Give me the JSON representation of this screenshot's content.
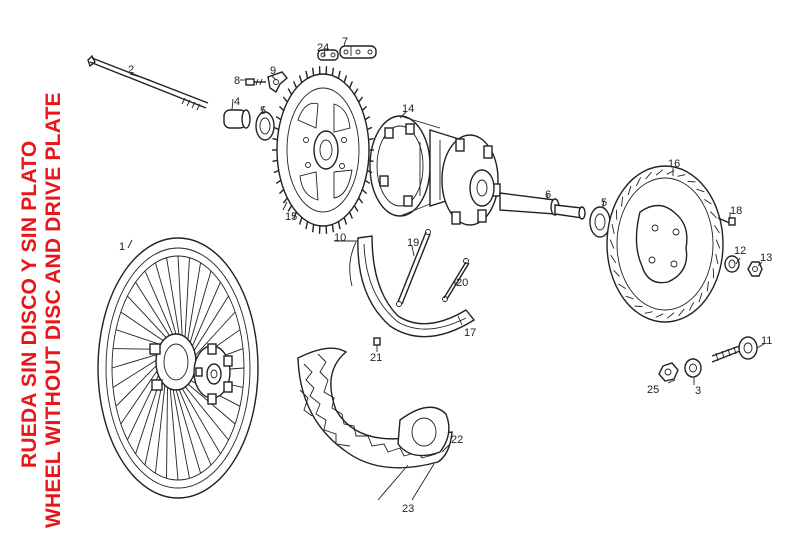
{
  "title": {
    "line1": "RUEDA SIN DISCO Y SIN PLATO",
    "line2": "WHEEL WITHOUT DISC AND DRIVE PLATE",
    "color": "#e8161b"
  },
  "callouts": [
    "1",
    "2",
    "3",
    "4",
    "5",
    "5",
    "6",
    "7",
    "8",
    "9",
    "10",
    "11",
    "12",
    "13",
    "14",
    "15",
    "16",
    "17",
    "18",
    "19",
    "20",
    "21",
    "22",
    "23",
    "24",
    "25"
  ]
}
